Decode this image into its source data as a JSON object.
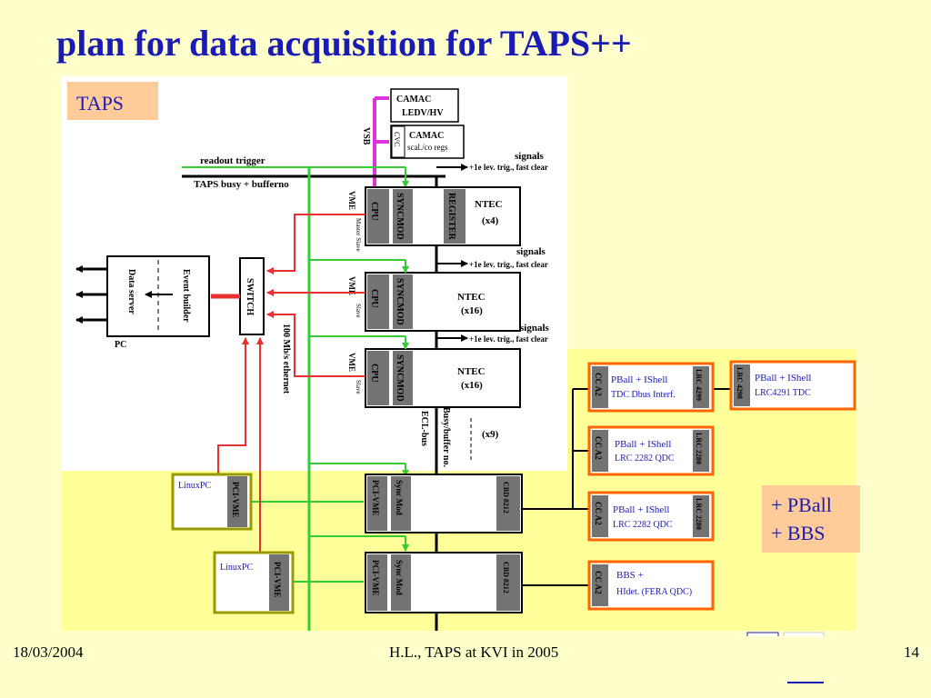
{
  "slide": {
    "title": "plan for data acquisition for TAPS++",
    "footer_date": "18/03/2004",
    "footer_center": "H.L.,  TAPS at KVI in 2005",
    "footer_page": "14"
  },
  "taps_label": "TAPS",
  "camac_top": {
    "line1": "CAMAC",
    "line2": "LEDV/HV"
  },
  "cvc": "CVC",
  "camac_scal": {
    "line1": "CAMAC",
    "line2": "scal./co regs"
  },
  "vsb": "VSB",
  "readout_trigger": "readout trigger",
  "taps_busy": "TAPS busy + bufferno",
  "signals": "signals",
  "signals_line1": "+1e lev. trig., fast clear",
  "signals_line2": "+1e lev. trig., fast clear",
  "signals_line3": "+1e lev. trig., fast clear",
  "vme": "VME",
  "cpu": "CPU",
  "syncmod": "SYNCMOD",
  "register": "REGISTER",
  "master_slave": "Master Slave",
  "slave": "Slave",
  "ntec1": {
    "name": "NTEC",
    "count": "(x4)"
  },
  "ntec2": {
    "name": "NTEC",
    "count": "(x16)"
  },
  "ntec3": {
    "name": "NTEC",
    "count": "(x16)"
  },
  "x9": "(x9)",
  "pc": {
    "label": "PC",
    "event_builder": "Event builder",
    "data_server": "Data server"
  },
  "switch": "SWITCH",
  "ethernet": "100 Mb/s ethernet",
  "ecl_bus": "ECL-bus",
  "busy_buffer": "Busy/buffer no.",
  "linuxpc1": {
    "label": "LinuxPC",
    "card": "PCI-VME"
  },
  "linuxpc2": {
    "label": "LinuxPC",
    "card": "PCI-VME"
  },
  "crate4": {
    "card": "PCI-VME",
    "sync": "Sync Mod",
    "cbd": "CBD 8212"
  },
  "crate5": {
    "card": "PCI-VME",
    "sync": "Sync Mod",
    "cbd": "CBD 8212"
  },
  "pball_boxes": [
    {
      "left": "CC A2",
      "line1": "PBall + IShell",
      "line2": "TDC Dbus Interf.",
      "right": "LRC 4299"
    },
    {
      "left": "CC A2",
      "line1": "PBall + IShell",
      "line2": "LRC 2282 QDC",
      "right": "LRC 2280"
    },
    {
      "left": "CC A2",
      "line1": "PBall + IShell",
      "line2": "LRC 2282 QDC",
      "right": "LRC 2280"
    },
    {
      "left": "CC A2",
      "line1": "BBS +",
      "line2": "HIdet. (FERA QDC)",
      "right": ""
    }
  ],
  "pball_extra": {
    "left": "LRC 4298",
    "line1": "PBall + IShell",
    "line2": "LRC4291 TDC"
  },
  "pball_bbs": {
    "line1": "+ PBall",
    "line2": "+ BBS"
  },
  "colors": {
    "title": "#1a1ab4",
    "background": "#ffffcc",
    "orange_box": "#ff6600",
    "olive_box": "#999900",
    "module_gray": "#737373",
    "green_line": "#33cc33",
    "red_line": "#e83030",
    "magenta_line": "#dd33dd",
    "blue_text": "#1a1ab4"
  }
}
